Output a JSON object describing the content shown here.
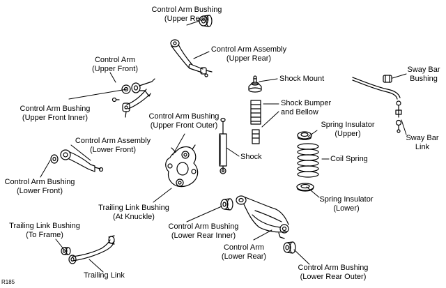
{
  "figure_id": "R185",
  "labels": {
    "ca_bushing_upper_rear": [
      "Control Arm Bushing",
      "(Upper Rear)"
    ],
    "ca_assembly_upper_rear": [
      "Control Arm Assembly",
      "(Upper Rear)"
    ],
    "control_arm_upper_front": [
      "Control Arm",
      "(Upper Front)"
    ],
    "ca_bushing_upper_front_inner": [
      "Control Arm Bushing",
      "(Upper Front Inner)"
    ],
    "ca_bushing_upper_front_outer": [
      "Control Arm Bushing",
      "(Upper Front Outer)"
    ],
    "ca_assembly_lower_front": [
      "Control Arm Assembly",
      "(Lower Front)"
    ],
    "ca_bushing_lower_front": [
      "Control Arm Bushing",
      "(Lower Front)"
    ],
    "shock_mount": [
      "Shock Mount"
    ],
    "shock_bumper_bellow": [
      "Shock Bumper",
      "and Bellow"
    ],
    "shock": [
      "Shock"
    ],
    "sway_bar_bushing": [
      "Sway Bar",
      "Bushing"
    ],
    "sway_bar_link": [
      "Sway Bar",
      "Link"
    ],
    "spring_insulator_upper": [
      "Spring Insulator",
      "(Upper)"
    ],
    "coil_spring": [
      "Coil Spring"
    ],
    "spring_insulator_lower": [
      "Spring Insulator",
      "(Lower)"
    ],
    "trailing_link_bushing_knuckle": [
      "Trailing Link Bushing",
      "(At Knuckle)"
    ],
    "ca_bushing_lower_rear_inner": [
      "Control Arm Bushing",
      "(Lower Rear Inner)"
    ],
    "control_arm_lower_rear": [
      "Control Arm",
      "(Lower Rear)"
    ],
    "ca_bushing_lower_rear_outer": [
      "Control Arm Bushing",
      "(Lower Rear Outer)"
    ],
    "trailing_link_bushing_frame": [
      "Trailing Link Bushing",
      "(To Frame)"
    ],
    "trailing_link": [
      "Trailing Link"
    ]
  }
}
